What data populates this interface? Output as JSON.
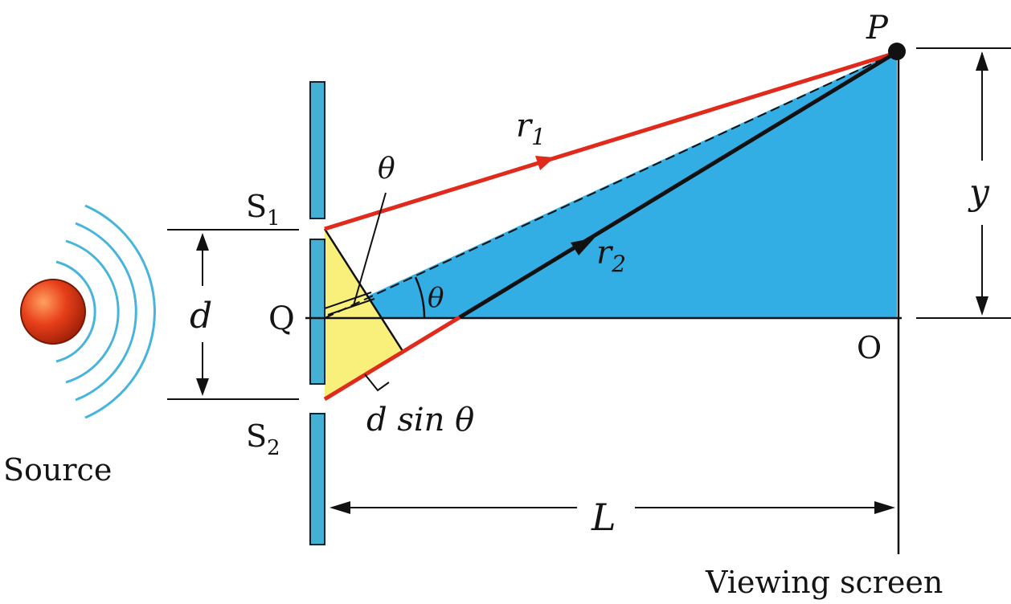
{
  "labels": {
    "point_p": "P",
    "point_o": "O",
    "point_q": "Q",
    "slit_1": "S",
    "slit_1_sub": "1",
    "slit_2": "S",
    "slit_2_sub": "2",
    "ray_1": "r",
    "ray_1_sub": "1",
    "ray_2": "r",
    "ray_2_sub": "2",
    "theta_top": "θ",
    "theta_angle": "θ",
    "separation": "d",
    "path_difference": "d sin θ",
    "height": "y",
    "distance": "L",
    "source": "Source",
    "screen": "Viewing screen"
  },
  "colors": {
    "barrier": "#44b0d4",
    "triangle": "#32aee4",
    "yellow_triangle": "#f8f07a",
    "ray": "#e02a1c",
    "source_ball": "#e8401a",
    "waves": "#46b4dc",
    "line": "#111111"
  }
}
